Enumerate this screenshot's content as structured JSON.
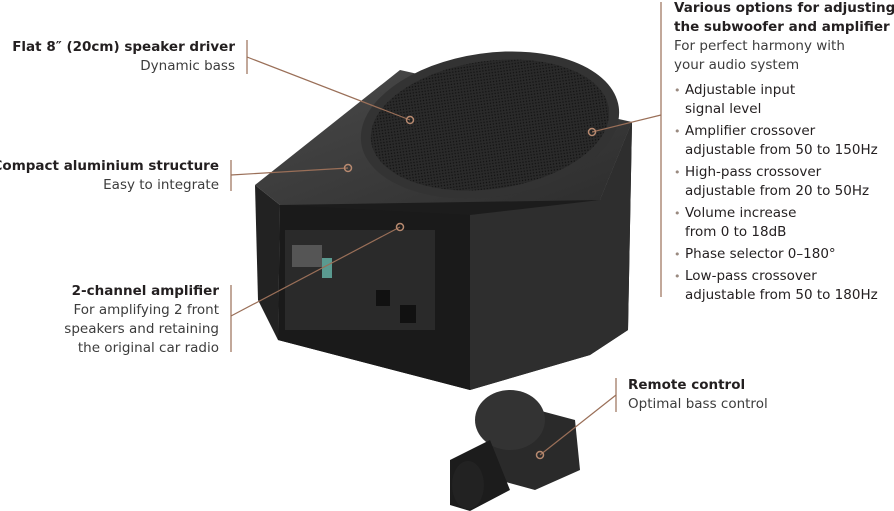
{
  "accent_color": "#9a6f58",
  "callouts": {
    "driver": {
      "title": "Flat 8″ (20cm) speaker driver",
      "sub": "Dynamic bass"
    },
    "structure": {
      "title": "Compact aluminium structure",
      "sub": "Easy to integrate"
    },
    "amplifier": {
      "title": "2-channel amplifier",
      "sub": [
        "For amplifying 2 front",
        "speakers and retaining",
        "the original car radio"
      ]
    },
    "options": {
      "title": [
        "Various options for adjusting",
        "the subwoofer and amplifier"
      ],
      "sub": [
        "For perfect harmony with",
        "your audio system"
      ],
      "bullets": [
        [
          "Adjustable input",
          "signal level"
        ],
        [
          "Amplifier crossover",
          "adjustable from 50 to 150Hz"
        ],
        [
          "High-pass crossover",
          "adjustable from 20 to 50Hz"
        ],
        [
          "Volume increase",
          "from 0 to 18dB"
        ],
        [
          "Phase selector 0–180°"
        ],
        [
          "Low-pass crossover",
          "adjustable from 50 to 180Hz"
        ]
      ]
    },
    "remote": {
      "title": "Remote control",
      "sub": "Optimal bass control"
    }
  }
}
